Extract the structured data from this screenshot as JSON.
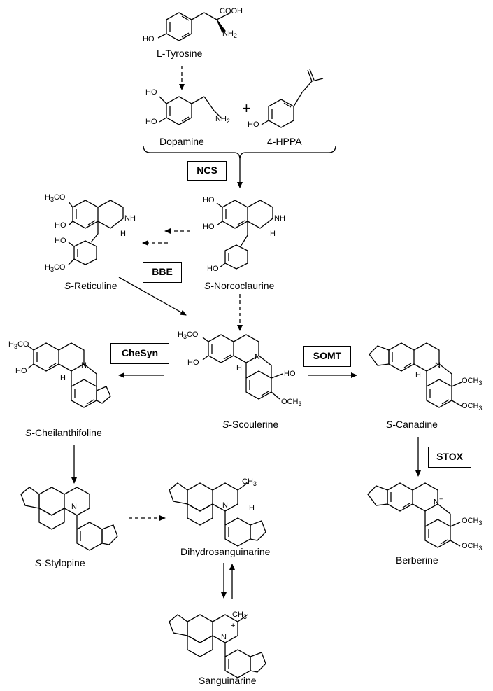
{
  "compounds": {
    "tyrosine": "L-Tyrosine",
    "dopamine": "Dopamine",
    "hppa": "4-HPPA",
    "reticuline_prefix": "S",
    "reticuline": "-Reticuline",
    "norcoclaurine_prefix": "S",
    "norcoclaurine": "-Norcoclaurine",
    "cheilanthifoline_prefix": "S",
    "cheilanthifoline": "-Cheilanthifoline",
    "scoulerine_prefix": "S",
    "scoulerine": "-Scoulerine",
    "canadine_prefix": "S",
    "canadine": "-Canadine",
    "stylopine_prefix": "S",
    "stylopine": "-Stylopine",
    "dihydrosanguinarine": "Dihydrosanguinarine",
    "berberine": "Berberine",
    "sanguinarine": "Sanguinarine"
  },
  "enzymes": {
    "ncs": "NCS",
    "bbe": "BBE",
    "chesyn": "CheSyn",
    "somt": "SOMT",
    "stox": "STOX"
  },
  "atoms": {
    "cooh": "COOH",
    "nh2": "NH",
    "nh2_sub": "2",
    "ho": "HO",
    "plus": "+",
    "h3co": "H",
    "h3co_sub": "3",
    "h3co_tail": "CO",
    "och3": "OCH",
    "och3_sub": "3",
    "nh": "NH",
    "n": "N",
    "h": "H",
    "ch3": "CH",
    "ch3_sub": "3",
    "nplus": "+"
  }
}
